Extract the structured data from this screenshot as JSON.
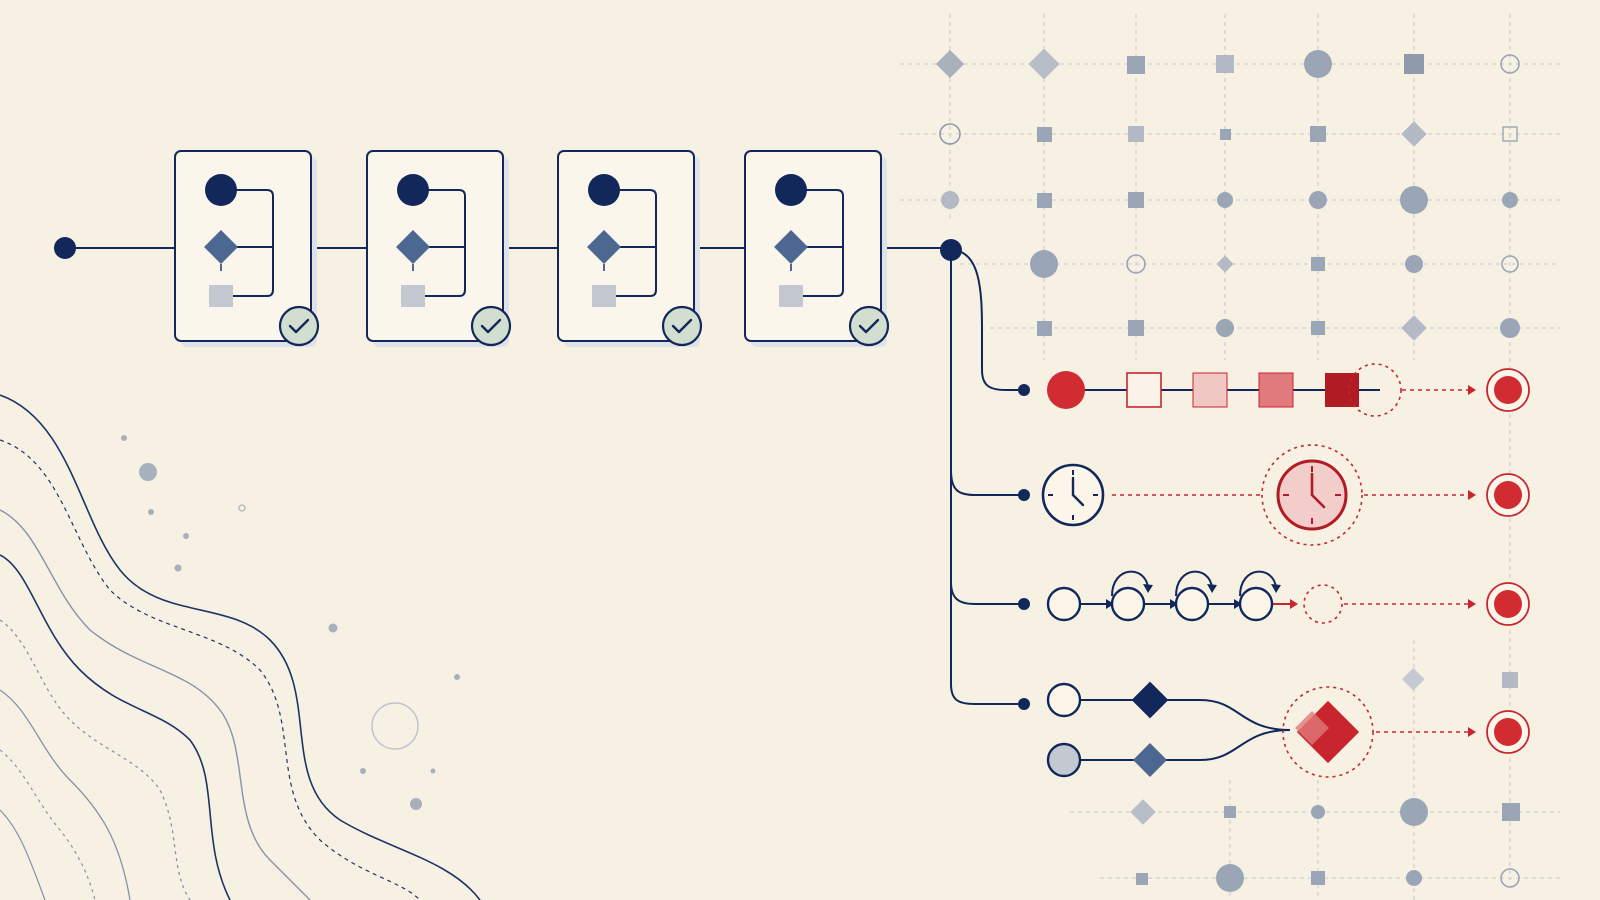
{
  "colors": {
    "background": "#f7f1e4",
    "navy": "#13285a",
    "slate": "#4c6891",
    "gray_light": "#c2c7d0",
    "gray_mid": "#9aa5b6",
    "check_fill": "#d2dfd0",
    "red": "#c8252e",
    "red_light": "#edb8b5",
    "red_mid": "#e2797b",
    "red_dark": "#b01b24",
    "grid_line": "#c8cbd2",
    "wave_line": "#8592aa"
  },
  "stages": [
    {
      "status": "check-icon"
    },
    {
      "status": "check-icon"
    },
    {
      "status": "check-icon"
    },
    {
      "status": "check-icon"
    }
  ],
  "branches": [
    {
      "kind": "progress-squares",
      "icon": "square-icon",
      "outcome": "target-icon"
    },
    {
      "kind": "timeout",
      "icon": "clock-icon",
      "outcome": "target-icon"
    },
    {
      "kind": "retry-loops",
      "icon": "loop-icon",
      "outcome": "target-icon"
    },
    {
      "kind": "merge-conflict",
      "icon": "diamond-icon",
      "outcome": "target-icon"
    }
  ],
  "grid_shape_types": [
    "circle",
    "square",
    "diamond",
    "ring",
    "small-square"
  ]
}
